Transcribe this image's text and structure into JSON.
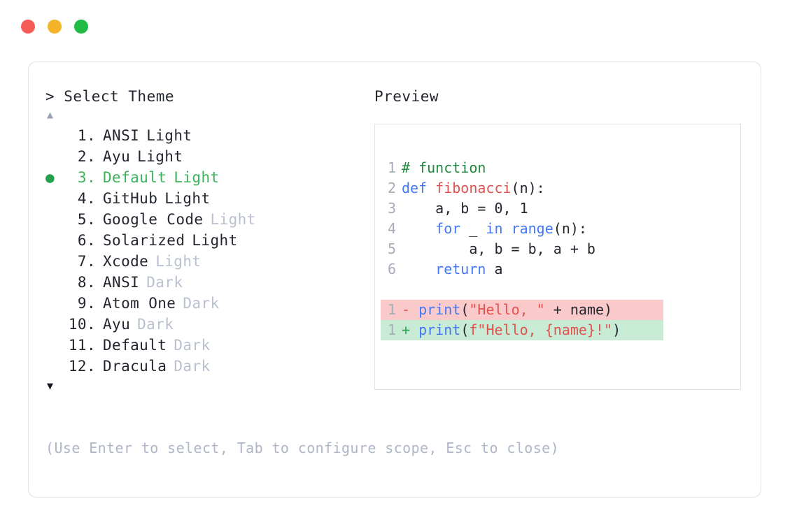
{
  "window": {
    "controls": [
      {
        "name": "close",
        "color": "#f45c55"
      },
      {
        "name": "minimize",
        "color": "#f5b32a"
      },
      {
        "name": "maximize",
        "color": "#22bb44"
      }
    ]
  },
  "prompt": {
    "header": "> Select Theme",
    "scroll_up_indicator": "▲",
    "scroll_down_indicator": "▼",
    "selected_bullet": "●",
    "selected_index": 3
  },
  "themes": [
    {
      "index": "1.",
      "name": "ANSI",
      "suffix": "Light",
      "dim_suffix": false,
      "selected": false,
      "bullet": ""
    },
    {
      "index": "2.",
      "name": "Ayu",
      "suffix": "Light",
      "dim_suffix": false,
      "selected": false,
      "bullet": ""
    },
    {
      "index": "3.",
      "name": "Default",
      "suffix": "Light",
      "dim_suffix": false,
      "selected": true,
      "bullet": "●"
    },
    {
      "index": "4.",
      "name": "GitHub",
      "suffix": "Light",
      "dim_suffix": false,
      "selected": false,
      "bullet": ""
    },
    {
      "index": "5.",
      "name": "Google Code",
      "suffix": "Light",
      "dim_suffix": true,
      "selected": false,
      "bullet": ""
    },
    {
      "index": "6.",
      "name": "Solarized",
      "suffix": "Light",
      "dim_suffix": false,
      "selected": false,
      "bullet": ""
    },
    {
      "index": "7.",
      "name": "Xcode",
      "suffix": "Light",
      "dim_suffix": true,
      "selected": false,
      "bullet": ""
    },
    {
      "index": "8.",
      "name": "ANSI",
      "suffix": "Dark",
      "dim_suffix": true,
      "selected": false,
      "bullet": ""
    },
    {
      "index": "9.",
      "name": "Atom One",
      "suffix": "Dark",
      "dim_suffix": true,
      "selected": false,
      "bullet": ""
    },
    {
      "index": "10.",
      "name": "Ayu",
      "suffix": "Dark",
      "dim_suffix": true,
      "selected": false,
      "bullet": ""
    },
    {
      "index": "11.",
      "name": "Default",
      "suffix": "Dark",
      "dim_suffix": true,
      "selected": false,
      "bullet": ""
    },
    {
      "index": "12.",
      "name": "Dracula",
      "suffix": "Dark",
      "dim_suffix": true,
      "selected": false,
      "bullet": ""
    }
  ],
  "hint": "(Use Enter to select, Tab to configure scope, Esc to close)",
  "preview": {
    "label": "Preview",
    "code_lines": [
      {
        "num": "1",
        "tokens": [
          {
            "t": "# function",
            "c": "comment"
          }
        ]
      },
      {
        "num": "2",
        "tokens": [
          {
            "t": "def ",
            "c": "keyword"
          },
          {
            "t": "fibonacci",
            "c": "func"
          },
          {
            "t": "(n):",
            "c": "plain"
          }
        ]
      },
      {
        "num": "3",
        "tokens": [
          {
            "t": "    a, b = 0, 1",
            "c": "plain"
          }
        ]
      },
      {
        "num": "4",
        "tokens": [
          {
            "t": "    ",
            "c": "plain"
          },
          {
            "t": "for",
            "c": "keyword"
          },
          {
            "t": " _ ",
            "c": "plain"
          },
          {
            "t": "in",
            "c": "keyword"
          },
          {
            "t": " ",
            "c": "plain"
          },
          {
            "t": "range",
            "c": "builtin"
          },
          {
            "t": "(n):",
            "c": "plain"
          }
        ]
      },
      {
        "num": "5",
        "tokens": [
          {
            "t": "        a, b = b, a + b",
            "c": "plain"
          }
        ]
      },
      {
        "num": "6",
        "tokens": [
          {
            "t": "    ",
            "c": "plain"
          },
          {
            "t": "return",
            "c": "keyword"
          },
          {
            "t": " a",
            "c": "plain"
          }
        ]
      }
    ],
    "diff_lines": [
      {
        "num": "1",
        "marker": "-",
        "type": "del",
        "tokens": [
          {
            "t": "print",
            "c": "builtin"
          },
          {
            "t": "(",
            "c": "plain"
          },
          {
            "t": "\"Hello, \"",
            "c": "string"
          },
          {
            "t": " + name)",
            "c": "plain"
          }
        ]
      },
      {
        "num": "1",
        "marker": "+",
        "type": "add",
        "tokens": [
          {
            "t": "print",
            "c": "builtin"
          },
          {
            "t": "(",
            "c": "plain"
          },
          {
            "t": "f\"Hello, ",
            "c": "string"
          },
          {
            "t": "{name}",
            "c": "string"
          },
          {
            "t": "!\"",
            "c": "string"
          },
          {
            "t": ")",
            "c": "plain"
          }
        ]
      }
    ]
  },
  "colors": {
    "accent_green": "#3cb35b",
    "dim_text": "#b9c0cf",
    "hint_text": "#aeb6c7",
    "border": "#dfe3ea",
    "diff_del_bg": "#fac9c9",
    "diff_add_bg": "#c7ebd4",
    "comment": "#1f8a3d",
    "keyword": "#4277f5",
    "string": "#e0534f"
  }
}
